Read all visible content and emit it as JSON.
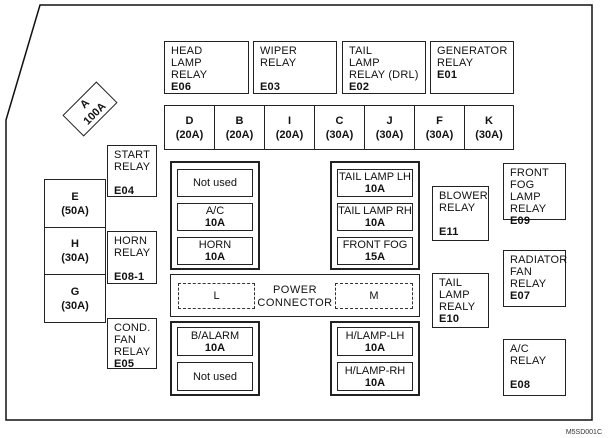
{
  "top_relays": [
    {
      "name": "HEAD\nLAMP\nRELAY",
      "code": "E06"
    },
    {
      "name": "WIPER\nRELAY",
      "code": "E03"
    },
    {
      "name": "TAIL\nLAMP\nRELAY (DRL)",
      "code": "E02"
    },
    {
      "name": "GENERATOR\nRELAY",
      "code": "E01"
    }
  ],
  "main_fuse": {
    "letter": "A",
    "rating": "100A"
  },
  "fuse_row": [
    {
      "letter": "D",
      "rating": "(20A)"
    },
    {
      "letter": "B",
      "rating": "(20A)"
    },
    {
      "letter": "I",
      "rating": "(20A)"
    },
    {
      "letter": "C",
      "rating": "(30A)"
    },
    {
      "letter": "J",
      "rating": "(30A)"
    },
    {
      "letter": "F",
      "rating": "(30A)"
    },
    {
      "letter": "K",
      "rating": "(30A)"
    }
  ],
  "left_fuses": [
    {
      "letter": "E",
      "rating": "(50A)"
    },
    {
      "letter": "H",
      "rating": "(30A)"
    },
    {
      "letter": "G",
      "rating": "(30A)"
    }
  ],
  "left_relays": [
    {
      "name": "START\nRELAY",
      "code": "E04"
    },
    {
      "name": "HORN\nRELAY",
      "code": "E08-1"
    },
    {
      "name": "COND.\nFAN\nRELAY",
      "code": "E05"
    }
  ],
  "center_left_group": [
    {
      "name": "Not used",
      "amp": ""
    },
    {
      "name": "A/C",
      "amp": "10A"
    },
    {
      "name": "HORN",
      "amp": "10A"
    }
  ],
  "center_right_group": [
    {
      "name": "TAIL LAMP LH",
      "amp": "10A"
    },
    {
      "name": "TAIL LAMP RH",
      "amp": "10A"
    },
    {
      "name": "FRONT FOG",
      "amp": "15A"
    }
  ],
  "power_connector": {
    "left": "L",
    "label": "POWER\nCONNECTOR",
    "right": "M"
  },
  "bottom_left_group": [
    {
      "name": "B/ALARM",
      "amp": "10A"
    },
    {
      "name": "Not used",
      "amp": ""
    }
  ],
  "bottom_right_group": [
    {
      "name": "H/LAMP-LH",
      "amp": "10A"
    },
    {
      "name": "H/LAMP-RH",
      "amp": "10A"
    }
  ],
  "mid_relays": [
    {
      "name": "BLOWER\nRELAY",
      "code": "E11"
    },
    {
      "name": "TAIL\nLAMP\nREALY",
      "code": "E10"
    }
  ],
  "right_relays": [
    {
      "name": "FRONT\nFOG LAMP\nRELAY",
      "code": "E09"
    },
    {
      "name": "RADIATOR\nFAN\nRELAY",
      "code": "E07"
    },
    {
      "name": "A/C\nRELAY",
      "code": "E08"
    }
  ],
  "reference_code": "M5SD001C"
}
